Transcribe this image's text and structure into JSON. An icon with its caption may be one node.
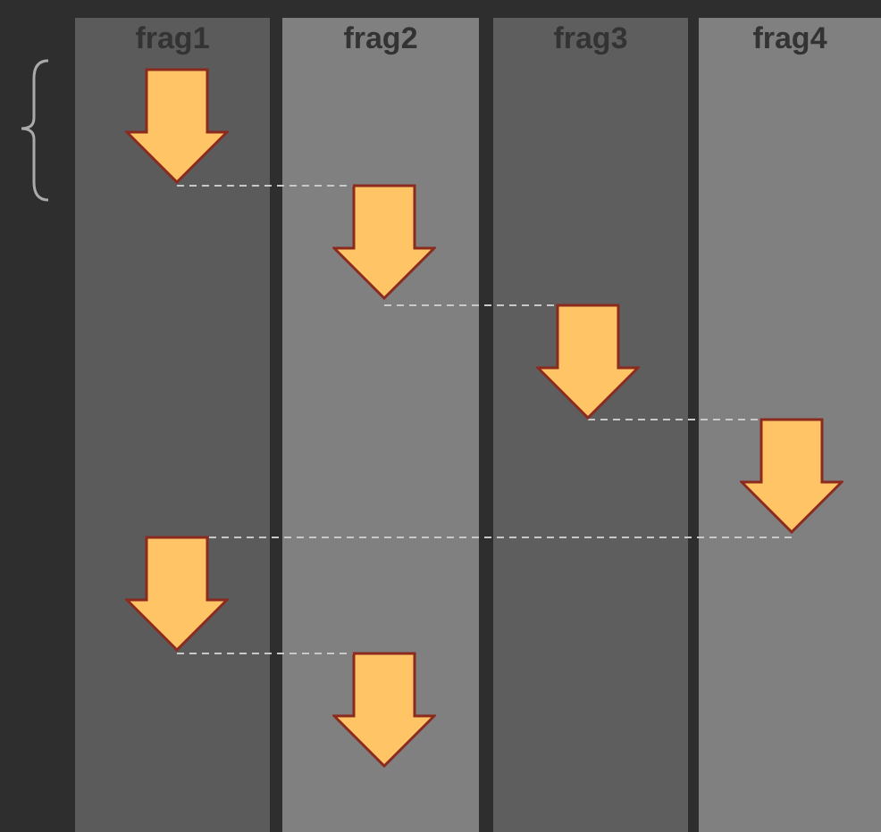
{
  "diagram": {
    "nodes": [
      {
        "text": [
          "frag1"
        ]
      },
      {
        "text": [
          "frag2"
        ]
      },
      {
        "text": [
          "frag3"
        ]
      },
      {
        "text": [
          "frag4"
        ]
      },
      {
        "text": [],
        "shape": "arrow",
        "in": 0
      },
      {
        "text": [],
        "shape": "arrow",
        "in": 1
      },
      {
        "text": [],
        "shape": "arrow",
        "in": 2
      },
      {
        "text": [],
        "shape": "arrow",
        "in": 3
      },
      {
        "text": [],
        "shape": "arrow",
        "in": 0
      },
      {
        "text": [],
        "shape": "arrow",
        "in": 1
      }
    ],
    "edges": [
      {
        "from": 4,
        "to": 5,
        "arrow": "none",
        "style": "dashed"
      },
      {
        "from": 5,
        "to": 6,
        "arrow": "none",
        "style": "dashed"
      },
      {
        "from": 6,
        "to": 7,
        "arrow": "none",
        "style": "dashed"
      },
      {
        "from": 7,
        "to": 8,
        "arrow": "none",
        "style": "dashed"
      },
      {
        "from": 8,
        "to": 9,
        "arrow": "none",
        "style": "dashed"
      }
    ]
  }
}
